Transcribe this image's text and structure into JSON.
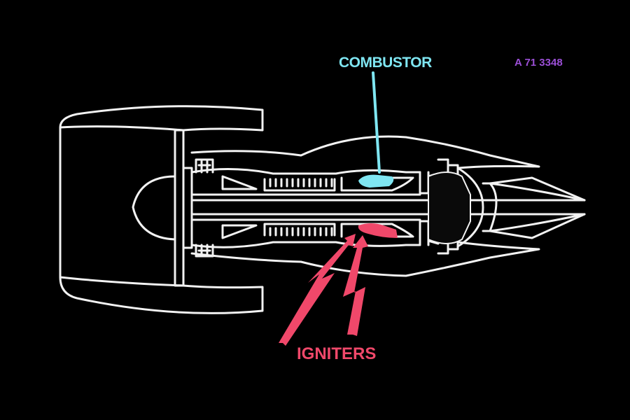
{
  "diagram": {
    "reference_code": "A 71 3348",
    "labels": {
      "combustor": "COMBUSTOR",
      "igniters": "IGNITERS"
    },
    "colors": {
      "background": "#000000",
      "outline": "#f2f2f2",
      "combustor": "#7fe6f2",
      "igniters": "#f0486a",
      "reference": "#9b4fd6"
    }
  }
}
